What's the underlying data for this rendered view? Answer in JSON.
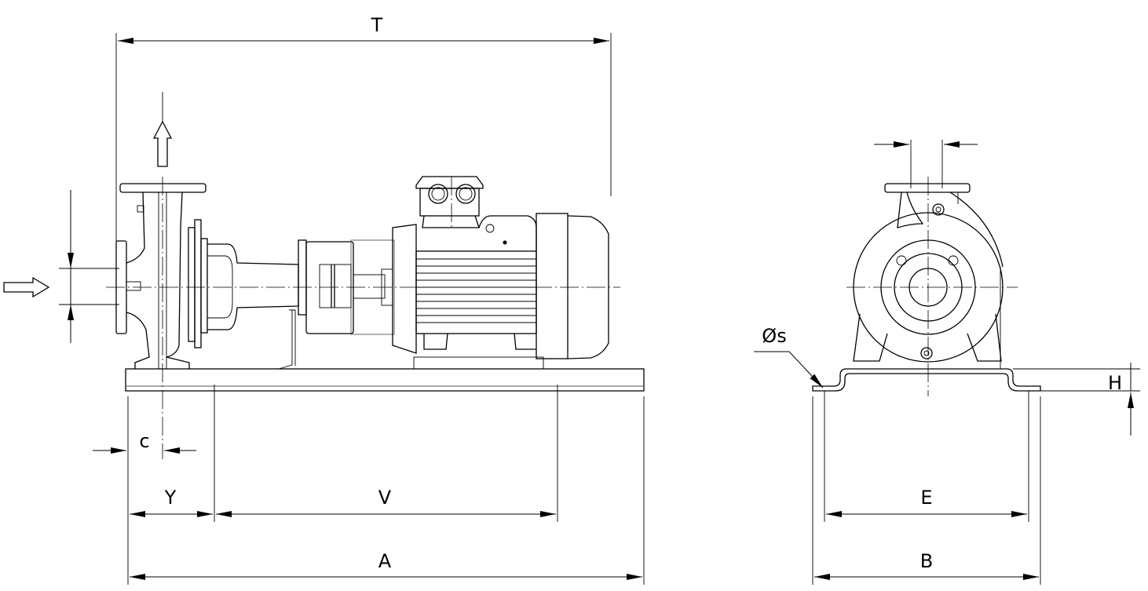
{
  "drawing": {
    "side_view": {
      "dimensions": {
        "overall_length": "T",
        "c": "c",
        "Y": "Y",
        "V": "V",
        "A": "A"
      }
    },
    "front_view": {
      "dimensions": {
        "E": "E",
        "B": "B",
        "H": "H",
        "hole_diameter": "Øs"
      }
    },
    "line_color": "#000000",
    "background": "#ffffff"
  }
}
